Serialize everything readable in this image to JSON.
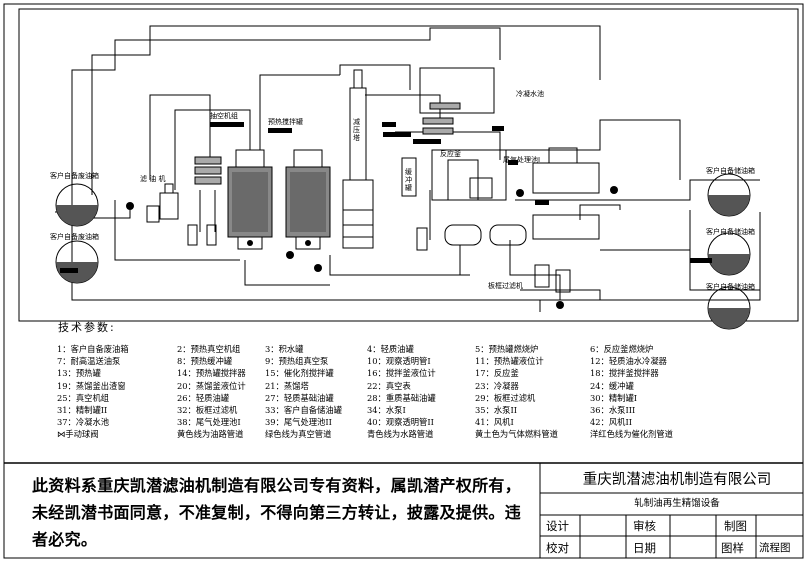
{
  "diagram": {
    "customer_tank_left": "客户自备废油箱",
    "customer_tank_right": "客户自备储油箱",
    "filter_label": "滤 油 机",
    "tower": "减压塔",
    "evac_label": "抽空机组",
    "preheat_label": "预热搅拌罐",
    "cond_pool": "冷凝水池",
    "exhaust_pool": "尾气处理池I",
    "reactor_label": "反应釜",
    "buffer_label": "缓冲罐",
    "plate_filter": "板框过滤机"
  },
  "tech": {
    "title": "技术参数:",
    "legend": [
      [
        "1：客户自备废油箱",
        "2：预热真空机组",
        "3：积水罐",
        "4：轻质油罐",
        "5：预热罐燃烧炉",
        "6：反应釜燃烧炉"
      ],
      [
        "7：耐高温送油泵",
        "8：预热缓冲罐",
        "9：预热组真空泵",
        "10：观察透明管I",
        "11：预热罐液位计",
        "12：轻质油水冷凝器"
      ],
      [
        "13：预热罐",
        "14：预热罐搅拌器",
        "15：催化剂搅拌罐",
        "16：搅拌釜液位计",
        "17：反应釜",
        "18：搅拌釜搅拌器"
      ],
      [
        "19：蒸馏釜出渣窗",
        "20：蒸馏釜液位计",
        "21：蒸馏塔",
        "22：真空表",
        "23：冷凝器",
        "24：缓冲罐"
      ],
      [
        "25：真空机组",
        "26：轻质油罐",
        "27：轻质基础油罐",
        "28：重质基础油罐",
        "29：板框过滤机",
        "30：精制罐I"
      ],
      [
        "31：精制罐II",
        "32：板框过滤机",
        "33：客户自备储油罐",
        "34：水泵I",
        "35：水泵II",
        "36：水泵III"
      ],
      [
        "37：冷凝水池",
        "38：尾气处理池I",
        "39：尾气处理池II",
        "40：观察透明管II",
        "41：风机I",
        "42：风机II"
      ],
      [
        "⋈手动球阀",
        "黄色线为油路管道",
        "绿色线为真空管道",
        "青色线为水路管道",
        "黄土色为气体燃料管道",
        "洋红色线为催化剂管道"
      ]
    ]
  },
  "notice": "此资料系重庆凯潜滤油机制造有限公司专有资料，属凯潜产权所有，未经凯潜书面同意，不准复制，不得向第三方转让，披露及提供。违者必究。",
  "title_block": {
    "company": "重庆凯潜滤油机制造有限公司",
    "project": "轧制油再生精馏设备",
    "design": "设计",
    "review": "审核",
    "drawing": "制图",
    "proof": "校对",
    "date": "日期",
    "sample": "图样",
    "flow": "流程图"
  }
}
